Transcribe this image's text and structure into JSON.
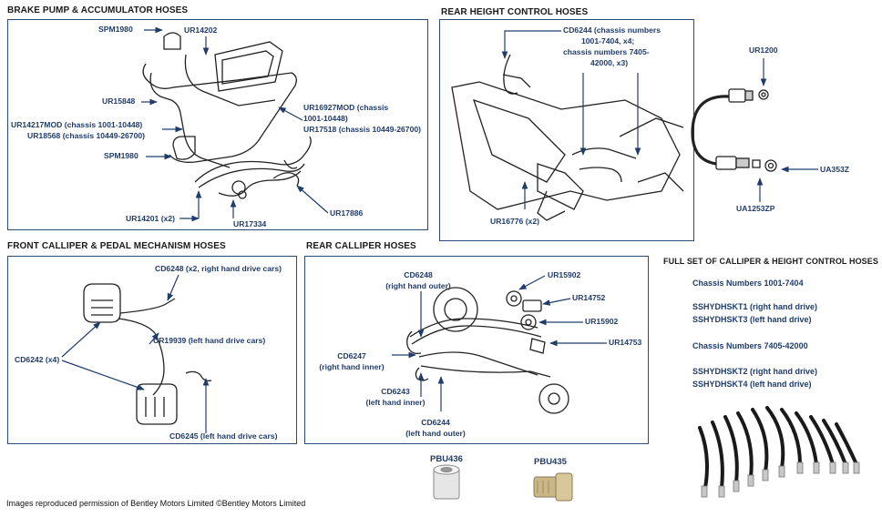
{
  "sections": {
    "brake_pump": {
      "title": "BRAKE PUMP & ACCUMULATOR HOSES",
      "labels": {
        "spm1980_top": "SPM1980",
        "ur14202": "UR14202",
        "ur15848": "UR15848",
        "ur14217_l1": "UR14217MOD (chassis 1001-10448)",
        "ur14217_l2": "UR18568 (chassis 10449-26700)",
        "spm1980_bottom": "SPM1980",
        "ur16927_l1": "UR16927MOD (chassis",
        "ur16927_l2": "1001-10448)",
        "ur16927_l3": "UR17518 (chassis 10449-26700)",
        "ur14201": "UR14201 (x2)",
        "ur17334": "UR17334",
        "ur17886": "UR17886"
      }
    },
    "rear_height": {
      "title": "REAR HEIGHT CONTROL HOSES",
      "labels": {
        "cd6244_l1": "CD6244 (chassis numbers",
        "cd6244_l2": "1001-7404, x4;",
        "cd6244_l3": "chassis numbers 7405-",
        "cd6244_l4": "42000, x3)",
        "ur16776": "UR16776 (x2)"
      }
    },
    "unions": {
      "labels": {
        "ur1200": "UR1200",
        "ua353z": "UA353Z",
        "ua1253zp": "UA1253ZP"
      }
    },
    "front_calliper": {
      "title": "FRONT CALLIPER & PEDAL MECHANISM HOSES",
      "labels": {
        "cd6248": "CD6248 (x2, right hand drive cars)",
        "cd6242": "CD6242 (x4)",
        "ur19939": "UR19939 (left hand drive cars)",
        "cd6245": "CD6245 (left hand drive cars)"
      }
    },
    "rear_calliper": {
      "title": "REAR CALLIPER HOSES",
      "labels": {
        "cd6248_l1": "CD6248",
        "cd6248_l2": "(right hand outer)",
        "cd6247_l1": "CD6247",
        "cd6247_l2": "(right hand inner)",
        "cd6243_l1": "CD6243",
        "cd6243_l2": "(left hand inner)",
        "cd6244_l1": "CD6244",
        "cd6244_l2": "(left hand outer)",
        "ur15902_top": "UR15902",
        "ur14752": "UR14752",
        "ur15902_mid": "UR15902",
        "ur14753": "UR14753"
      }
    },
    "full_set": {
      "title": "FULL SET OF CALLIPER & HEIGHT CONTROL HOSES",
      "lines": [
        "Chassis Numbers 1001-7404",
        "SSHYDHSKT1 (right hand drive)",
        "SSHYDHSKT3 (left hand drive)",
        "Chassis Numbers 7405-42000",
        "SSHYDHSKT2 (right hand drive)",
        "SSHYDHSKT4 (left hand drive)"
      ]
    },
    "parts": {
      "pbu436": "PBU436",
      "pbu435": "PBU435"
    }
  },
  "footer": "Images reproduced permission of Bentley Motors Limited ©Bentley Motors Limited",
  "colors": {
    "accent": "#1f3c6b",
    "panel_border": "#2b4a7a"
  }
}
